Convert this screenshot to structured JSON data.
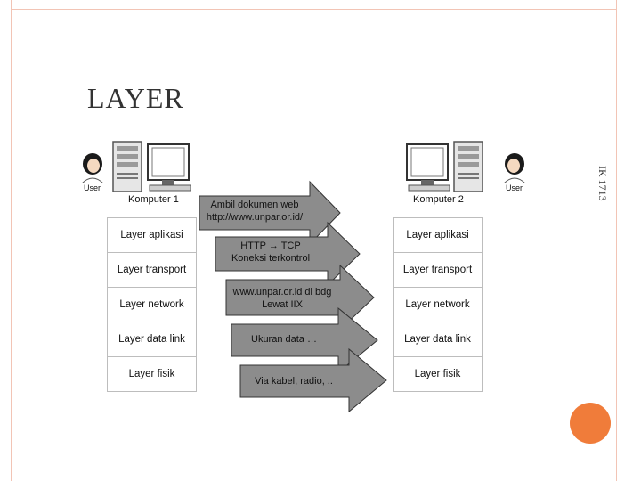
{
  "slide": {
    "title": "LAYER",
    "side_label": "IK 1713"
  },
  "left": {
    "user_label": "User",
    "computer_label": "Komputer 1"
  },
  "right": {
    "user_label": "User",
    "computer_label": "Komputer 2"
  },
  "layers": [
    "Layer aplikasi",
    "Layer transport",
    "Layer network",
    "Layer data link",
    "Layer fisik"
  ],
  "arrows": [
    {
      "line1": "Ambil dokumen web",
      "line2": "http://www.unpar.or.id/"
    },
    {
      "line1": "HTTP → TCP",
      "line2": "Koneksi terkontrol"
    },
    {
      "line1": "www.unpar.or.id di bdg",
      "line2": "Lewat IIX"
    },
    {
      "line1": "Ukuran data …",
      "line2": ""
    },
    {
      "line1": "Via kabel, radio, ..",
      "line2": ""
    }
  ],
  "colors": {
    "arrow_fill": "#8c8c8c",
    "accent_circle": "#f07c3a",
    "frame": "#f2c4b5"
  }
}
